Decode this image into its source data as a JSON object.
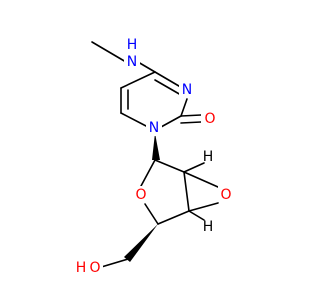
{
  "molecule": {
    "atoms": {
      "n_methylamino": {
        "label": "N",
        "color": "#0000FF"
      },
      "n_methylamino_h": {
        "label": "H",
        "color": "#0000FF"
      },
      "n3": {
        "label": "N",
        "color": "#0000FF"
      },
      "n1": {
        "label": "N",
        "color": "#0000FF"
      },
      "o_carbonyl": {
        "label": "O",
        "color": "#FF0000"
      },
      "o_ring": {
        "label": "O",
        "color": "#FF0000"
      },
      "o_epoxide": {
        "label": "O",
        "color": "#FF0000"
      },
      "h_epoxide_top": {
        "label": "H",
        "color": "#000000"
      },
      "h_epoxide_bottom": {
        "label": "H",
        "color": "#000000"
      },
      "o_hydroxyl": {
        "label": "O",
        "color": "#FF0000"
      },
      "h_hydroxyl": {
        "label": "H",
        "color": "#FF0000"
      }
    }
  }
}
